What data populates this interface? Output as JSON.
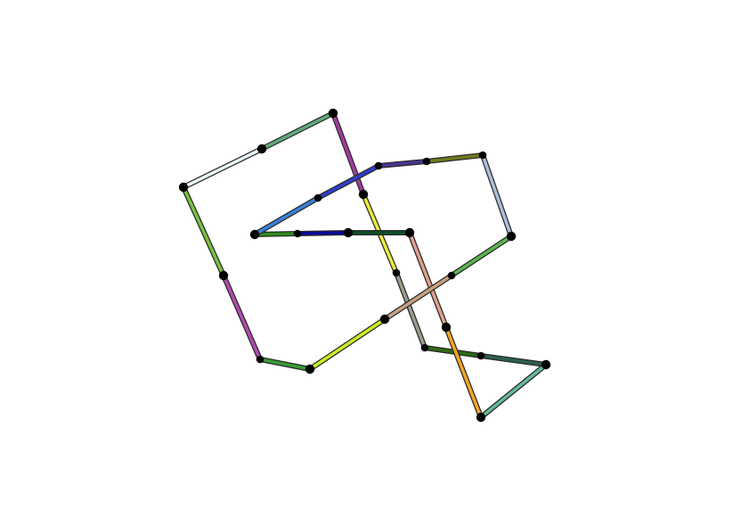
{
  "diagram": {
    "nodes": [
      {
        "id": "n1"
      },
      {
        "id": "n2"
      },
      {
        "id": "n3"
      },
      {
        "id": "n4"
      },
      {
        "id": "n5"
      },
      {
        "id": "n6"
      },
      {
        "id": "n7"
      },
      {
        "id": "n8"
      },
      {
        "id": "n9"
      },
      {
        "id": "n10"
      },
      {
        "id": "n11"
      },
      {
        "id": "n12"
      },
      {
        "id": "n13"
      },
      {
        "id": "n14"
      },
      {
        "id": "n15"
      },
      {
        "id": "n16"
      },
      {
        "id": "n17"
      },
      {
        "id": "n18"
      },
      {
        "id": "n19"
      },
      {
        "id": "n20"
      },
      {
        "id": "n21"
      },
      {
        "id": "n22"
      },
      {
        "id": "n23"
      },
      {
        "id": "n24"
      },
      {
        "id": "n25"
      },
      {
        "id": "n26"
      },
      {
        "id": "n27"
      }
    ],
    "edges": [
      {
        "from": "n1",
        "to": "n2",
        "color": "#e8f8f8"
      },
      {
        "from": "n2",
        "to": "n3",
        "color": "#5fa87a"
      },
      {
        "from": "n3",
        "to": "n4",
        "color": "#a03ca0"
      },
      {
        "from": "n4",
        "to": "n5",
        "color": "#ecec3a"
      },
      {
        "from": "n5",
        "to": "n6",
        "color": "#9c9c8c"
      },
      {
        "from": "n6",
        "to": "n7",
        "color": "#2f6a14"
      },
      {
        "from": "n7",
        "to": "n8",
        "color": "#2e5e52"
      },
      {
        "from": "n8",
        "to": "n9",
        "color": "#66b896"
      },
      {
        "from": "n9",
        "to": "n10",
        "color": "#f5a623"
      },
      {
        "from": "n10",
        "to": "n11",
        "color": "#e0a08a"
      },
      {
        "from": "n11",
        "to": "n12",
        "color": "#0c5028"
      },
      {
        "from": "n12",
        "to": "n13",
        "color": "#0a0a9a"
      },
      {
        "from": "n13",
        "to": "n14",
        "color": "#2c8c1a"
      },
      {
        "from": "n14",
        "to": "n15",
        "color": "#3a80d8"
      },
      {
        "from": "n15",
        "to": "n16",
        "color": "#2e3ec8"
      },
      {
        "from": "n16",
        "to": "n17",
        "color": "#4a3490"
      },
      {
        "from": "n17",
        "to": "n18",
        "color": "#707820"
      },
      {
        "from": "n18",
        "to": "n19",
        "color": "#a8c0dc"
      },
      {
        "from": "n19",
        "to": "n20",
        "color": "#5ab450"
      },
      {
        "from": "n20",
        "to": "n21",
        "color": "#c8a080"
      },
      {
        "from": "n21",
        "to": "n22",
        "color": "#c8f020"
      },
      {
        "from": "n22",
        "to": "n23",
        "color": "#3a9a36"
      },
      {
        "from": "n23",
        "to": "n24",
        "color": "#b04ab0"
      },
      {
        "from": "n24",
        "to": "n1",
        "color": "#78c040"
      }
    ],
    "node_color": "#000000"
  }
}
